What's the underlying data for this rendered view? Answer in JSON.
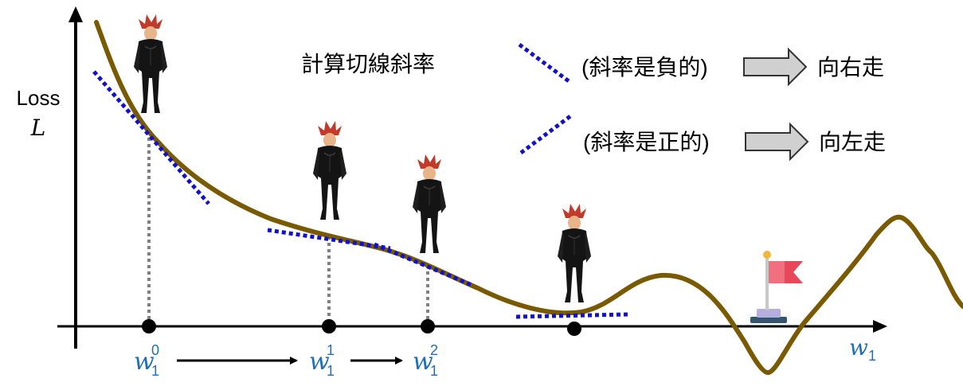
{
  "axes": {
    "y_label_line1": "Loss",
    "y_label_line2": "L",
    "x_label_base": "w",
    "x_label_sub": "1"
  },
  "annotations": {
    "compute_slope": "計算切線斜率",
    "negative_slope": "(斜率是負的)",
    "positive_slope": "(斜率是正的)",
    "move_right": "向右走",
    "move_left": "向左走"
  },
  "steps": [
    {
      "base": "w",
      "sub": "1",
      "sup": "0"
    },
    {
      "base": "w",
      "sub": "1",
      "sup": "1"
    },
    {
      "base": "w",
      "sub": "1",
      "sup": "2"
    }
  ],
  "colors": {
    "curve": "#7a5a00",
    "tangent": "#1010d0",
    "label_blue": "#1f6fb8",
    "axis": "#000000",
    "drop_line": "#808080",
    "arrow_fill": "#d0d0d0",
    "flag": "#e8475a"
  },
  "icons": {
    "character": "character-icon",
    "flag": "flag-icon"
  }
}
